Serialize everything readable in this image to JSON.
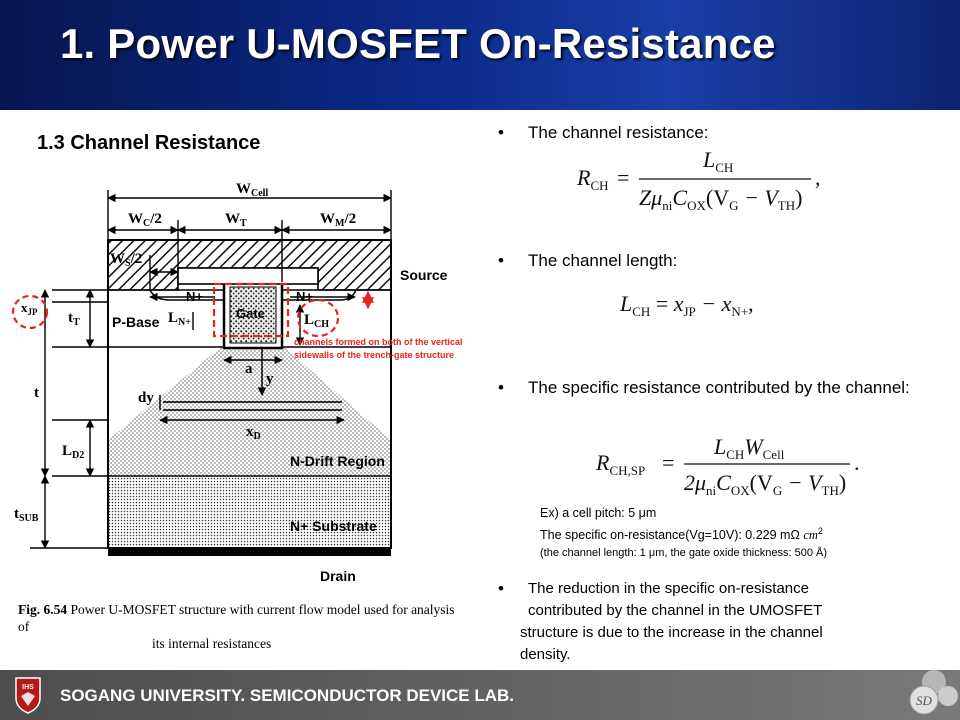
{
  "header": {
    "title": "1. Power U-MOSFET On-Resistance"
  },
  "section": {
    "heading": "1.3 Channel Resistance"
  },
  "figure": {
    "labels": {
      "w_cell": "W",
      "w_cell_sub": "Cell",
      "wc2": "W",
      "wc2_sub": "C",
      "wc2_suffix": "/2",
      "wt": "W",
      "wt_sub": "T",
      "wm2": "W",
      "wm2_sub": "M",
      "wm2_suffix": "/2",
      "ws2": "W",
      "ws2_sub": "S",
      "ws2_suffix": "/2",
      "source": "Source",
      "n_plus_left": "N+",
      "n_plus_right": "N+",
      "gate": "Gate",
      "xjp": "x",
      "xjp_sub": "JP",
      "tt": "t",
      "tt_sub": "T",
      "p_base": "P-Base",
      "ln": "L",
      "ln_sub": "N+",
      "lch": "L",
      "lch_sub": "CH",
      "a": "a",
      "y": "y",
      "t": "t",
      "dy": "dy",
      "xd": "x",
      "xd_sub": "D",
      "ld2": "L",
      "ld2_sub": "D2",
      "n_drift": "N-Drift Region",
      "tsub": "t",
      "tsub_sub": "SUB",
      "n_substrate": "N+ Substrate",
      "drain": "Drain",
      "annotation_line1": "channels formed on both of the vertical",
      "annotation_line2": "sidewalls of the trench-gate structure"
    },
    "caption": {
      "fig_no": "Fig. 6.54",
      "line1": " Power U-MOSFET structure with current flow model used for analysis of",
      "line2": "its internal resistances"
    },
    "colors": {
      "annotation": "#e8241c",
      "hatch": "#111111",
      "dots": "#555555"
    }
  },
  "bullets": [
    {
      "text": "The channel resistance:"
    },
    {
      "text": "The channel length:"
    },
    {
      "text": "The specific resistance contributed by the channel:"
    }
  ],
  "equations": {
    "rch": {
      "lhs": "R",
      "lhs_sub": "CH",
      "num": "L",
      "num_sub": "CH",
      "den": "Zμ",
      "den_mu_sub": "ni",
      "den_c": "C",
      "den_c_sub": "OX",
      "den_rest": "(V",
      "den_vg_sub": "G",
      "den_minus": " − V",
      "den_vth_sub": "TH",
      "den_close": ")",
      "tail": ","
    },
    "lch": {
      "lhs": "L",
      "lhs_sub": "CH",
      "rhs1": "x",
      "rhs1_sub": "JP",
      "minus": " − x",
      "rhs2_sub": "N+",
      "tail": ","
    },
    "rsp": {
      "lhs": "R",
      "lhs_sub": "CH,SP",
      "num": "L",
      "num_sub": "CH",
      "num_w": "W",
      "num_w_sub": "Cell",
      "den": "2μ",
      "den_mu_sub": "ni",
      "den_c": "C",
      "den_c_sub": "OX",
      "den_rest": "(V",
      "den_vg_sub": "G",
      "den_minus": " − V",
      "den_vth_sub": "TH",
      "den_close": ")",
      "tail": "."
    }
  },
  "example": {
    "line1": "Ex) a cell pitch: 5 μm",
    "line2": "The specific on-resistance(Vg=10V): 0.229 mΩ",
    "line2_unit": "cm",
    "line2_exp": "2",
    "line3": "(the channel length: 1 μm, the gate oxide thickness: 500 Å)"
  },
  "reduction": {
    "line1": "The reduction in the specific on-resistance",
    "line2": "contributed by the channel in the UMOSFET",
    "line3": "structure is due to the increase in the channel",
    "line4": "density."
  },
  "footer": {
    "text": "SOGANG UNIVERSITY. SEMICONDUCTOR DEVICE LAB.",
    "logo_text": "IHS",
    "lab_icon_text": "SD"
  }
}
